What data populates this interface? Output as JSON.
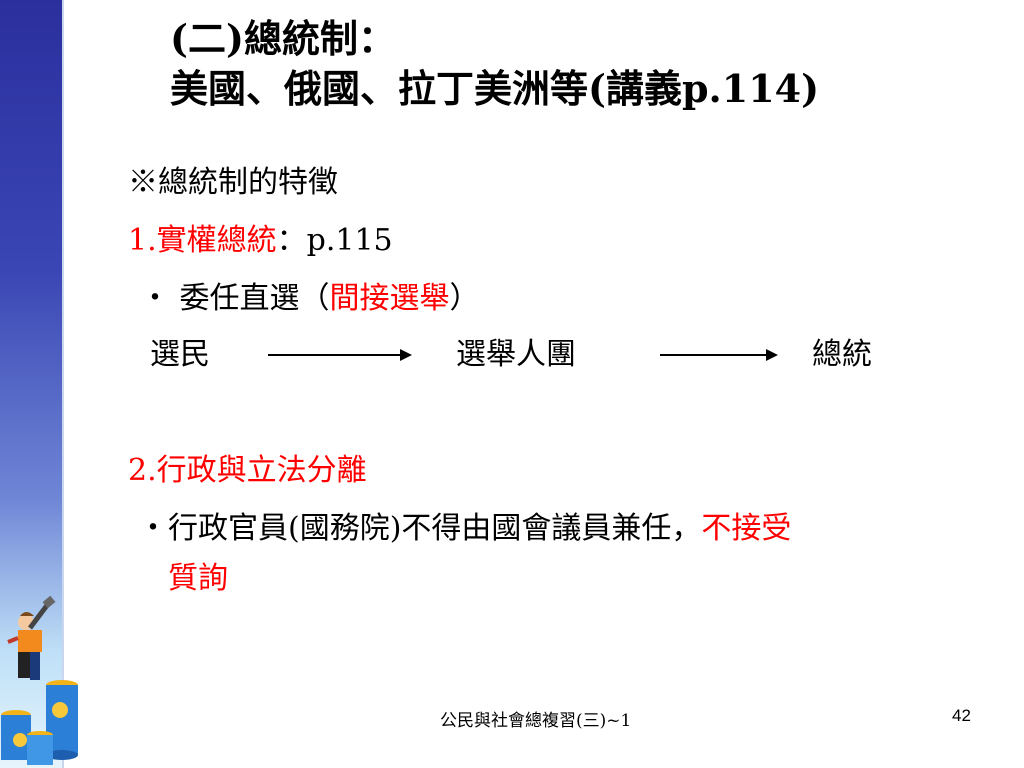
{
  "title": {
    "line1": "(二)總統制：",
    "line2": "美國、俄國、拉丁美洲等(講義p.114)"
  },
  "section_heading": "※總統制的特徵",
  "point1": {
    "label": "1.實權總統",
    "suffix": "：p.115"
  },
  "bullet1": {
    "prefix": "・ 委任直選（",
    "highlight": "間接選舉",
    "suffix": "）"
  },
  "flow": {
    "step1": "選民",
    "step2": "選舉人團",
    "step3": "總統"
  },
  "point2": {
    "label": "2.行政與立法分離"
  },
  "bullet2": {
    "prefix": "・行政官員(國務院)不得由國會",
    "middle": "議員兼任，",
    "highlight_line1": "不接受",
    "highlight_line2": "質詢"
  },
  "footer": {
    "text": "公民與社會總複習(三)~1",
    "page_number": "42"
  },
  "colors": {
    "accent_red": "#ff0000",
    "side_bar_top": "#2b2f9e",
    "side_bar_bottom": "#e6f4fc"
  },
  "icons": {
    "illustration": "person-with-telescope-on-coins-illustration"
  }
}
